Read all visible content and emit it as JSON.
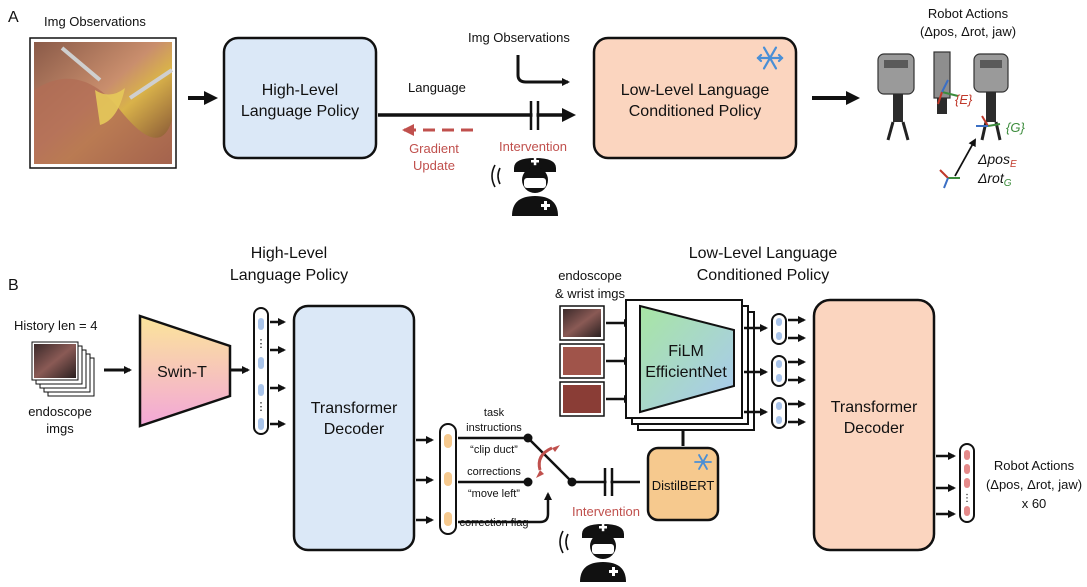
{
  "colors": {
    "blue_fill": "#dbe8f7",
    "orange_fill": "#fbd5bf",
    "distilbert_fill": "#f6c98e",
    "red": "#c0504d",
    "arrow": "#111111"
  },
  "panel_a": {
    "section_label": "A",
    "img_obs_top": "Img Observations",
    "img_obs_mid": "Img Observations",
    "high_level_line1": "High-Level",
    "high_level_line2": "Language Policy",
    "language_label": "Language",
    "gradient_line1": "Gradient",
    "gradient_line2": "Update",
    "intervention": "Intervention",
    "low_level_line1": "Low-Level Language",
    "low_level_line2": "Conditioned  Policy",
    "robot_actions_line1": "Robot Actions",
    "robot_actions_line2": "(Δpos, Δrot, jaw)",
    "frame_E": "{E}",
    "frame_G": "{G}",
    "dpos": "Δpos",
    "dpos_sub": "E",
    "drot": "Δrot",
    "drot_sub": "G"
  },
  "panel_b": {
    "section_label": "B",
    "high_level_title_line1": "High-Level",
    "high_level_title_line2": "Language Policy",
    "low_level_title_line1": "Low-Level Language",
    "low_level_title_line2": "Conditioned Policy",
    "history": "History len = 4",
    "endoscope_line1": "endoscope",
    "endoscope_line2": "imgs",
    "swin": "Swin-T",
    "transformer_line1": "Transformer",
    "transformer_line2": "Decoder",
    "task_line1": "task",
    "task_line2": "instructions",
    "clip_duct": "“clip duct”",
    "corrections": "corrections",
    "move_left": "“move left”",
    "correction_flag": "correction flag",
    "intervention": "Intervention",
    "endo_wrist_line1": "endoscope",
    "endo_wrist_line2": "& wrist imgs",
    "film_line1": "FiLM",
    "film_line2": "EfficientNet",
    "distilbert": "DistilBERT",
    "transformer2_line1": "Transformer",
    "transformer2_line2": "Decoder",
    "robot_actions_line1": "Robot Actions",
    "robot_actions_line2": "(Δpos, Δrot, jaw)",
    "robot_actions_line3": "x 60",
    "token_dots": "⋮"
  }
}
